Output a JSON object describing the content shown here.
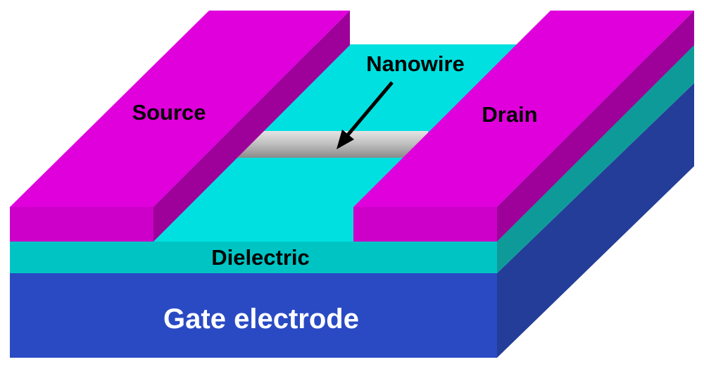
{
  "labels": {
    "source": "Source",
    "drain": "Drain",
    "nanowire": "Nanowire",
    "dielectric": "Dielectric",
    "gate": "Gate electrode"
  },
  "colors": {
    "gate_front": "#2a4ac4",
    "gate_side": "#233d98",
    "dielectric_front": "#00c4c4",
    "dielectric_side": "#0f9a9a",
    "dielectric_top": "#00e0e0",
    "electrode_front": "#cc00c8",
    "electrode_top": "#e000dc",
    "electrode_side": "#9e009a",
    "nanowire": "#bdbdbd",
    "text_dark": "#000000",
    "text_light": "#ffffff"
  }
}
